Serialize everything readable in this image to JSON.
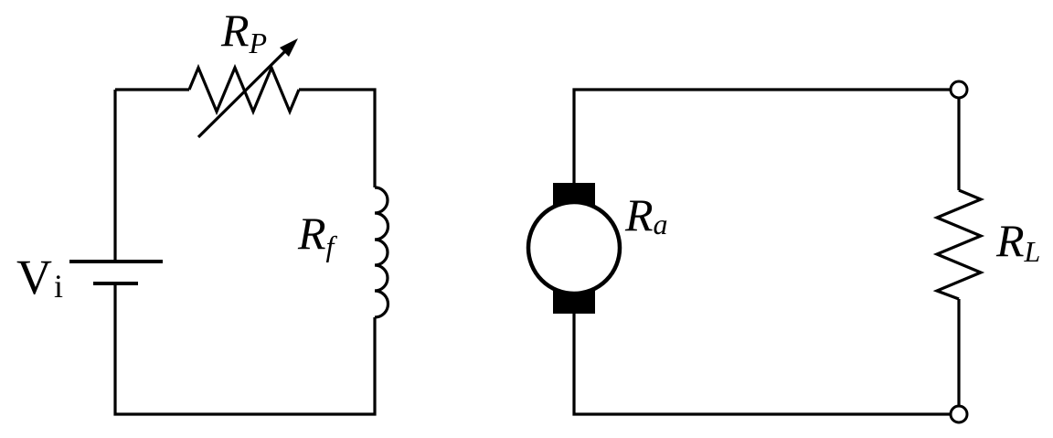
{
  "diagram": {
    "field_circuit": {
      "source": {
        "main": "V",
        "sub": "i"
      },
      "rheostat": {
        "main": "R",
        "sub": "P"
      },
      "field_winding": {
        "main": "R",
        "sub": "f"
      }
    },
    "armature_circuit": {
      "armature": {
        "main": "R",
        "sub": "a"
      },
      "load": {
        "main": "R",
        "sub": "L"
      }
    }
  }
}
